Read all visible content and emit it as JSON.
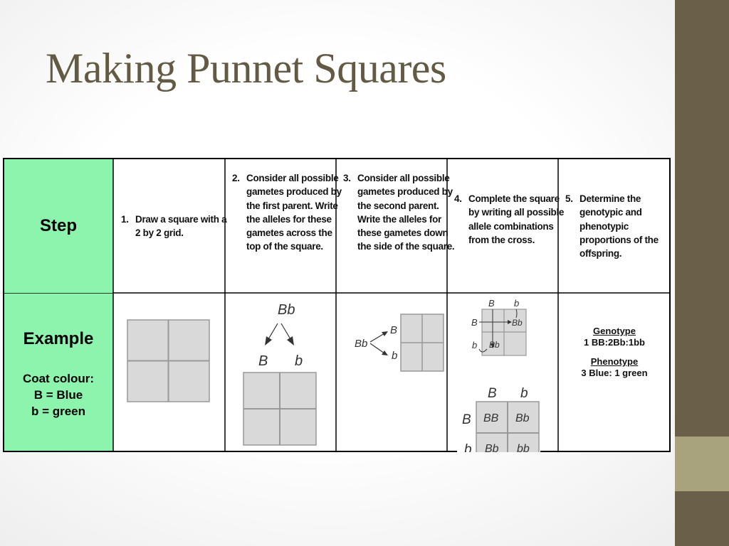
{
  "title": "Making Punnet Squares",
  "table": {
    "row_headers": {
      "step": "Step",
      "example": "Example",
      "coat_lines": [
        "Coat colour:",
        "B = Blue",
        "b = green"
      ]
    },
    "steps": [
      {
        "num": "1.",
        "pre": "Draw a square with a ",
        "b1": "2",
        "mid": " by ",
        "b2": "2",
        "post": " grid."
      },
      {
        "num": "2.",
        "text": "Consider all possible gametes produced by the first parent. Write the alleles for these gametes across the top of the square."
      },
      {
        "num": "3.",
        "text": "Consider all possible gametes produced by the second parent. Write the alleles for these gametes down the side of the square."
      },
      {
        "num": "4.",
        "text": "Complete the square by writing all possible allele combinations from the cross."
      },
      {
        "num": "5.",
        "text": "Determine the genotypic and phenotypic proportions of the offspring."
      }
    ],
    "example2": {
      "parent": "Bb",
      "gamete1": "B",
      "gamete2": "b"
    },
    "example3": {
      "parent": "Bb",
      "gamete1": "B",
      "gamete2": "b"
    },
    "example4": {
      "small": {
        "top1": "B",
        "top2": "b",
        "side1": "B",
        "side2": "b",
        "cell_top_right": "Bb",
        "cell_bottom_left": "Bb"
      },
      "large": {
        "top1": "B",
        "top2": "b",
        "side1": "B",
        "side2": "b",
        "cells": [
          "BB",
          "Bb",
          "Bb",
          "bb"
        ]
      }
    },
    "example5": {
      "genotype_label": "Genotype",
      "genotype_value": "1 BB:2Bb:1bb",
      "phenotype_label": "Phenotype",
      "phenotype_value": "3 Blue: 1 green"
    }
  },
  "colors": {
    "header_fill": "#8cf4ad",
    "title": "#625a43",
    "right_bar": "#6a6049",
    "right_accent": "#a8a27d",
    "grid_fill": "#d9d9d9"
  }
}
